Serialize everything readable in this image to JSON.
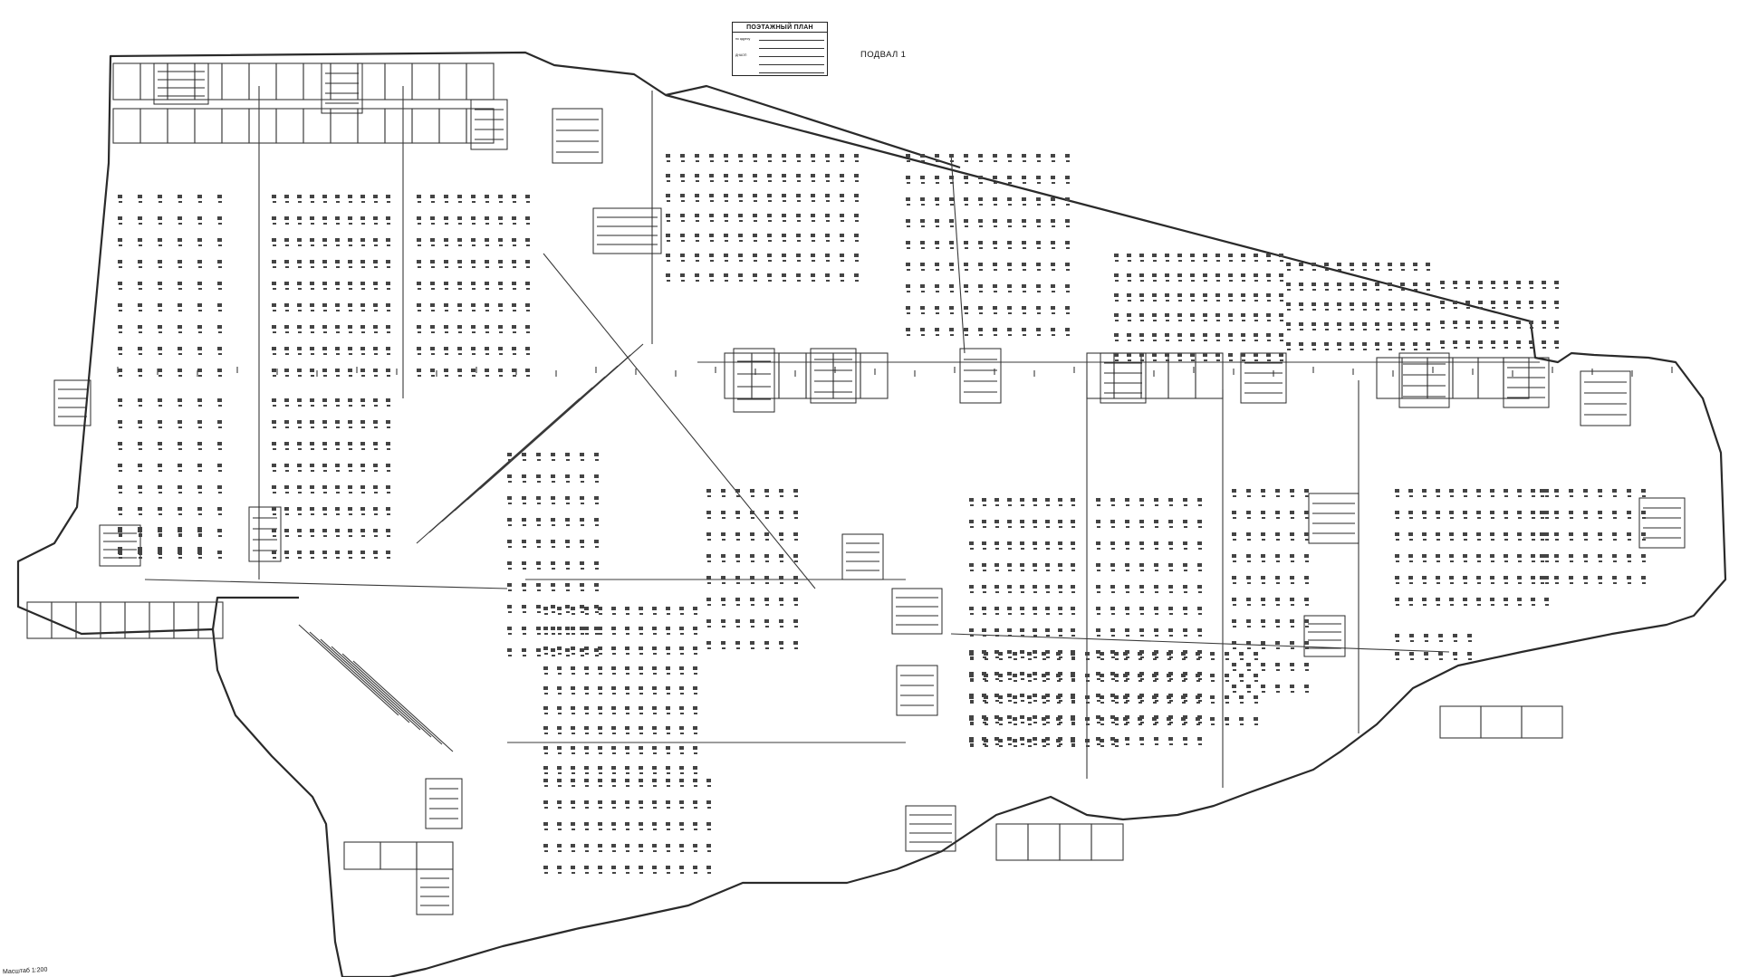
{
  "stamp": {
    "title": "ПОЭТАЖНЫЙ ПЛАН",
    "rows": [
      {
        "label": "по адресу",
        "value": ""
      },
      {
        "label": "",
        "value": ""
      },
      {
        "label": "ДНАОП",
        "value": ""
      },
      {
        "label": "",
        "value": ""
      },
      {
        "label": "",
        "value": ""
      }
    ]
  },
  "floor_label": "ПОДВАЛ 1",
  "scale_label": "Масштаб 1:200",
  "colors": {
    "line": "#2a2a2a",
    "thin": "#555555",
    "background": "#ffffff"
  }
}
